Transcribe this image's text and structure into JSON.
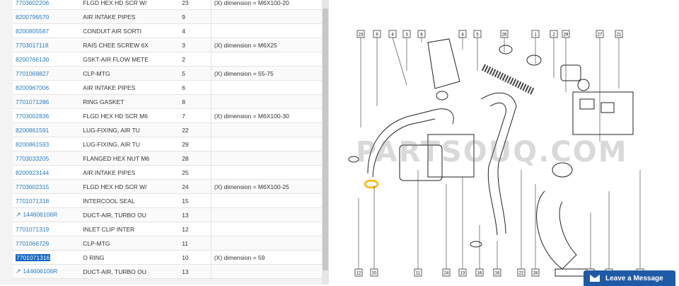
{
  "rows": [
    {
      "ref": "7703602206",
      "desc": "FLGD HEX HD SCR W/",
      "qty": "23",
      "note": "(X) dimension = M6X100-20"
    },
    {
      "ref": "8200796570",
      "desc": "AIR INTAKE PIPES",
      "qty": "9",
      "note": ""
    },
    {
      "ref": "8200805587",
      "desc": "CONDUIT AIR SORTI",
      "qty": "4",
      "note": ""
    },
    {
      "ref": "7703017118",
      "desc": "RAIS CHEE SCREW 6X",
      "qty": "3",
      "note": "(X) dimension = M6X25"
    },
    {
      "ref": "8200766130",
      "desc": "GSKT-AIR FLOW METE",
      "qty": "2",
      "note": ""
    },
    {
      "ref": "7701069827",
      "desc": "CLP-MTG",
      "qty": "5",
      "note": "(X) dimension = 55-75"
    },
    {
      "ref": "8200967006",
      "desc": "AIR INTAKE PIPES",
      "qty": "6",
      "note": ""
    },
    {
      "ref": "7701071286",
      "desc": "RING GASKET",
      "qty": "8",
      "note": ""
    },
    {
      "ref": "7703002836",
      "desc": "FLGD HEX HD SCR M6",
      "qty": "7",
      "note": "(X) dimension = M6X100-30"
    },
    {
      "ref": "8200861591",
      "desc": "LUG-FIXING, AIR TU",
      "qty": "22",
      "note": ""
    },
    {
      "ref": "8200861593",
      "desc": "LUG-FIXING, AIR TU",
      "qty": "29",
      "note": ""
    },
    {
      "ref": "7703033205",
      "desc": "FLANGED HEX NUT M6",
      "qty": "28",
      "note": ""
    },
    {
      "ref": "8200923144",
      "desc": "AIR INTAKE PIPES",
      "qty": "25",
      "note": ""
    },
    {
      "ref": "7703602315",
      "desc": "FLGD HEX HD SCR W/",
      "qty": "24",
      "note": "(X) dimension = M6X100-25"
    },
    {
      "ref": "7701071318",
      "desc": "INTERCOOL SEAL",
      "qty": "15",
      "note": ""
    },
    {
      "ref": "144606106R",
      "desc": "DUCT-AIR, TURBO OU",
      "qty": "13",
      "note": ""
    },
    {
      "ref": "7701071319",
      "desc": "INLET CLIP INTER",
      "qty": "12",
      "note": ""
    },
    {
      "ref": "7701066729",
      "desc": "CLP-MTG",
      "qty": "11",
      "note": ""
    },
    {
      "ref": "7701071316",
      "desc": "O RING",
      "qty": "10",
      "note": "(X) dimension = 59"
    },
    {
      "ref": "144606106R",
      "desc": "DUCT-AIR, TURBO OU",
      "qty": "13",
      "note": ""
    }
  ],
  "diagram": {
    "callouts_top": [
      "23",
      "9",
      "4",
      "3",
      "6",
      "4",
      "5",
      "26",
      "1",
      "2",
      "29",
      "27",
      "21"
    ],
    "callouts_bottom": [
      "12",
      "10",
      "11",
      "24",
      "13",
      "16",
      "16",
      "22",
      "28",
      "20",
      "14",
      "17"
    ],
    "watermark": "PARTSOUQ.COM"
  },
  "leave_message": "Leave a Message",
  "colors": {
    "link": "#2b7bbf",
    "selection": "#1565c0",
    "button": "#1f5aa6"
  }
}
